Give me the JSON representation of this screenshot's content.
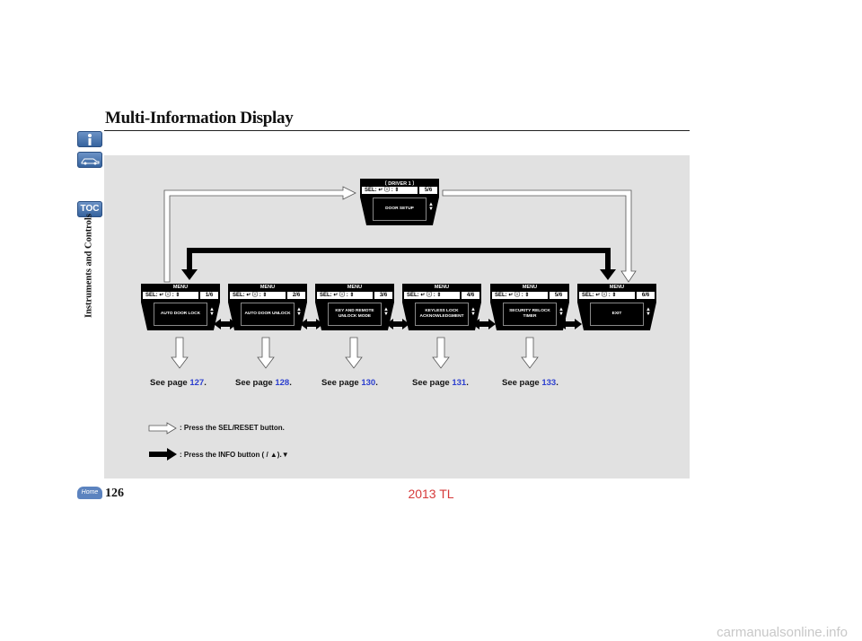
{
  "title": "Multi-Information Display",
  "side_label": "Instruments and Controls",
  "side_toc": "TOC",
  "driver_screen": {
    "header": "〔 DRIVER 1 〕",
    "sel": "SEL: ↵   ⓘ : ⇕",
    "page": "5/6",
    "content": "DOOR SETUP"
  },
  "screens": [
    {
      "header": "MENU",
      "sel": "SEL: ↵   ⓘ : ⇕",
      "page": "1/6",
      "content": "AUTO DOOR LOCK"
    },
    {
      "header": "MENU",
      "sel": "SEL: ↵   ⓘ : ⇕",
      "page": "2/6",
      "content": "AUTO DOOR UNLOCK"
    },
    {
      "header": "MENU",
      "sel": "SEL: ↵   ⓘ : ⇕",
      "page": "3/6",
      "content": "KEY AND REMOTE UNLOCK MODE"
    },
    {
      "header": "MENU",
      "sel": "SEL: ↵   ⓘ : ⇕",
      "page": "4/6",
      "content": "KEYLESS LOCK ACKNOWLEDGMENT"
    },
    {
      "header": "MENU",
      "sel": "SEL: ↵   ⓘ : ⇕",
      "page": "5/6",
      "content": "SECURITY RELOCK TIMER"
    },
    {
      "header": "MENU",
      "sel": "SEL: ↵   ⓘ : ⇕",
      "page": "6/6",
      "content": "EXIT"
    }
  ],
  "see_pages": [
    {
      "prefix": "See page ",
      "num": "127",
      "suffix": "."
    },
    {
      "prefix": "See page ",
      "num": "128",
      "suffix": "."
    },
    {
      "prefix": "See page ",
      "num": "130",
      "suffix": "."
    },
    {
      "prefix": "See page ",
      "num": "131",
      "suffix": "."
    },
    {
      "prefix": "See page ",
      "num": "133",
      "suffix": "."
    }
  ],
  "legend": {
    "sel_text": ": Press the SEL/RESET button.",
    "info_text": ": Press the INFO button (     /  ▲).▼"
  },
  "page_number": "126",
  "home_label": "Home",
  "watermark": "2013 TL",
  "footer": "carmanualsonline.info",
  "link_color": "#2b3ecf"
}
